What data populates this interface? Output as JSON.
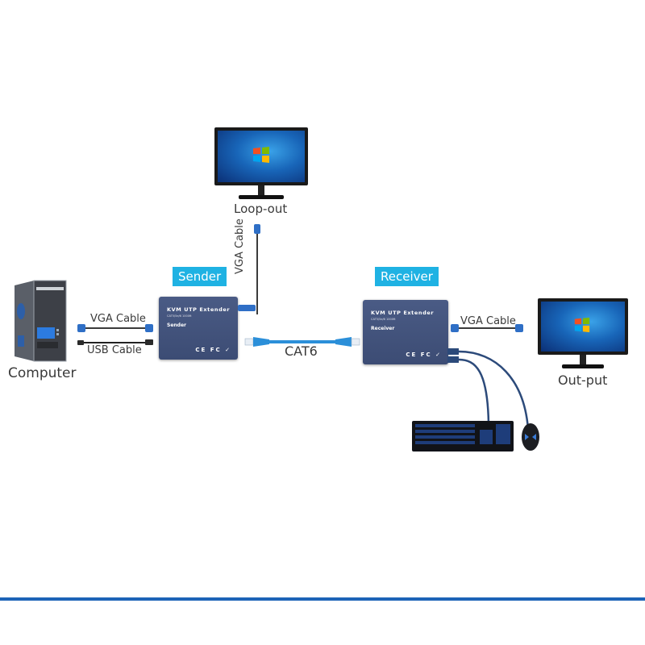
{
  "diagram": {
    "title": "KVM UTP Extender connection diagram",
    "nodes": {
      "computer": {
        "label": "Computer"
      },
      "sender": {
        "badge": "Sender",
        "device_title": "KVM UTP Extender",
        "device_sub": "CAT5/5e/6 1000ft",
        "device_role": "Sender",
        "marks": "CE FC ✓"
      },
      "receiver": {
        "badge": "Receiver",
        "device_title": "KVM UTP Extender",
        "device_sub": "CAT5/5e/6 1000ft",
        "device_role": "Receiver",
        "marks": "CE FC ✓"
      },
      "loop_out": {
        "label": "Loop-out"
      },
      "out_put": {
        "label": "Out-put"
      },
      "keyboard": {
        "label": "keyboard"
      },
      "mouse": {
        "label": "mouse"
      }
    },
    "edges": {
      "computer_vga": {
        "label": "VGA Cable"
      },
      "computer_usb": {
        "label": "USB Cable"
      },
      "loop_vga": {
        "label": "VGA Cable"
      },
      "cat6": {
        "label": "CAT6"
      },
      "out_vga": {
        "label": "VGA Cable"
      }
    },
    "colors": {
      "badge": "#1fb2e3",
      "device": "#3c4c74",
      "cat6_cable": "#2b8fd9",
      "usb_cable": "#2c4a7a",
      "bottom_rule": "#1c63b7"
    }
  }
}
